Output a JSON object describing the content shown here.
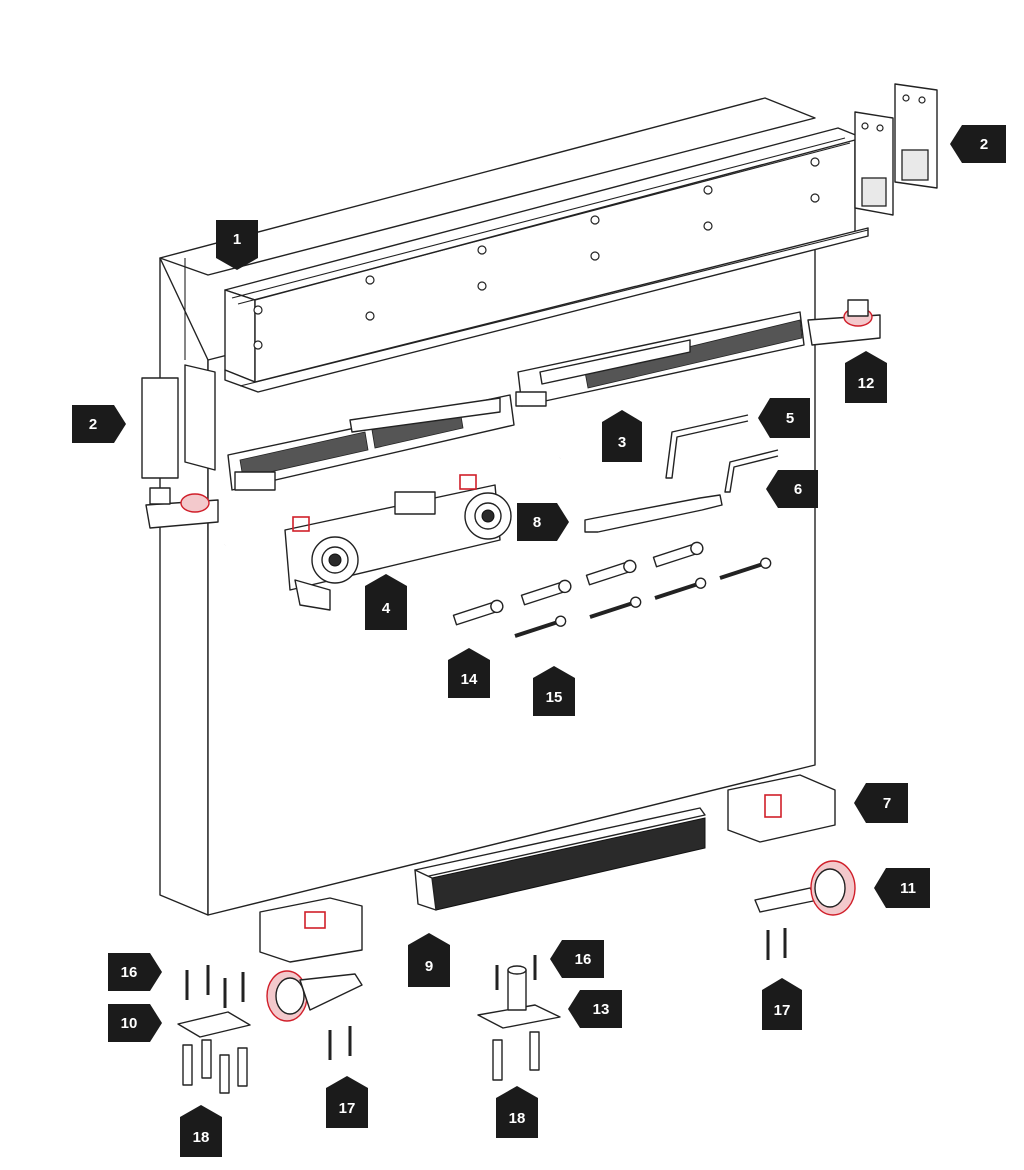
{
  "diagram": {
    "callouts": [
      {
        "id": "c1",
        "label": "1"
      },
      {
        "id": "c2a",
        "label": "2"
      },
      {
        "id": "c2b",
        "label": "2"
      },
      {
        "id": "c3",
        "label": "3"
      },
      {
        "id": "c4",
        "label": "4"
      },
      {
        "id": "c5",
        "label": "5"
      },
      {
        "id": "c6",
        "label": "6"
      },
      {
        "id": "c7",
        "label": "7"
      },
      {
        "id": "c8",
        "label": "8"
      },
      {
        "id": "c9",
        "label": "9"
      },
      {
        "id": "c10",
        "label": "10"
      },
      {
        "id": "c11",
        "label": "11"
      },
      {
        "id": "c12",
        "label": "12"
      },
      {
        "id": "c13",
        "label": "13"
      },
      {
        "id": "c14",
        "label": "14"
      },
      {
        "id": "c15",
        "label": "15"
      },
      {
        "id": "c16a",
        "label": "16"
      },
      {
        "id": "c16b",
        "label": "16"
      },
      {
        "id": "c17a",
        "label": "17"
      },
      {
        "id": "c17b",
        "label": "17"
      },
      {
        "id": "c18a",
        "label": "18"
      },
      {
        "id": "c18b",
        "label": "18"
      }
    ],
    "colors": {
      "callout_background": "#1b1b1b",
      "callout_text": "#ffffff",
      "accent": "#d01f2a",
      "line": "#222222"
    }
  }
}
